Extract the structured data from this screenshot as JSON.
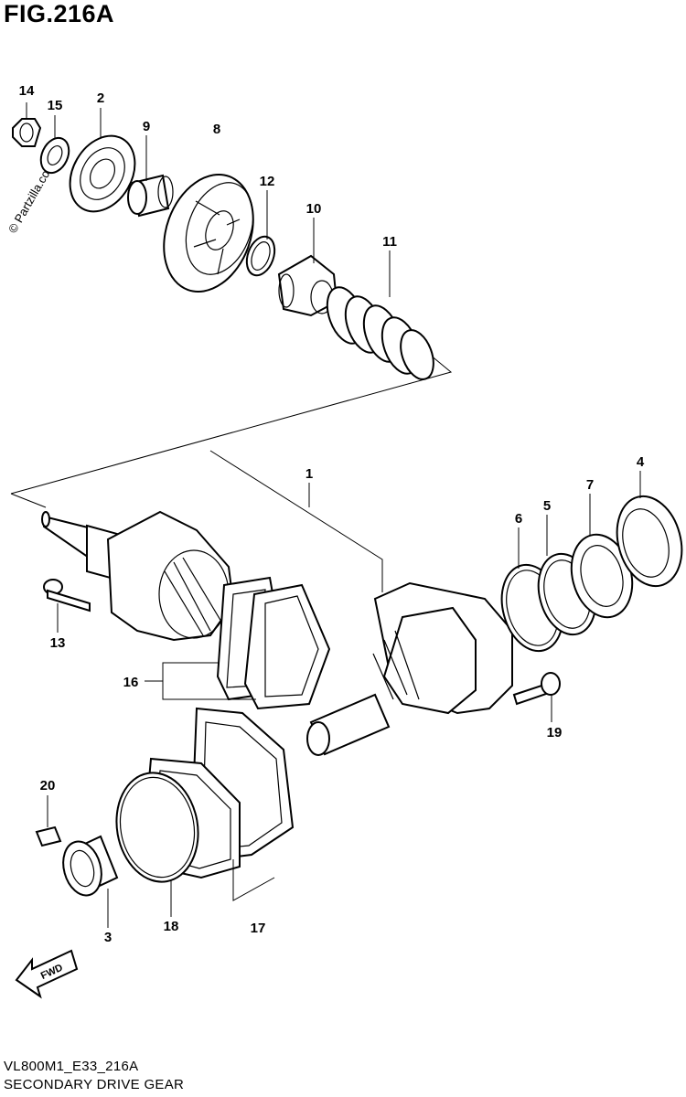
{
  "header": {
    "figure_title": "FIG.216A"
  },
  "watermark": "© Partzilla.com",
  "footer": {
    "model_code": "VL800M1_E33_216A",
    "diagram_name": "SECONDARY DRIVE GEAR"
  },
  "fwd_label": "FWD",
  "callouts": {
    "c1": "1",
    "c2": "2",
    "c3": "3",
    "c4": "4",
    "c5": "5",
    "c6": "6",
    "c7": "7",
    "c8": "8",
    "c9": "9",
    "c10": "10",
    "c11": "11",
    "c12": "12",
    "c13": "13",
    "c14": "14",
    "c15": "15",
    "c16": "16",
    "c17": "17",
    "c18": "18",
    "c19": "19",
    "c20": "20"
  }
}
